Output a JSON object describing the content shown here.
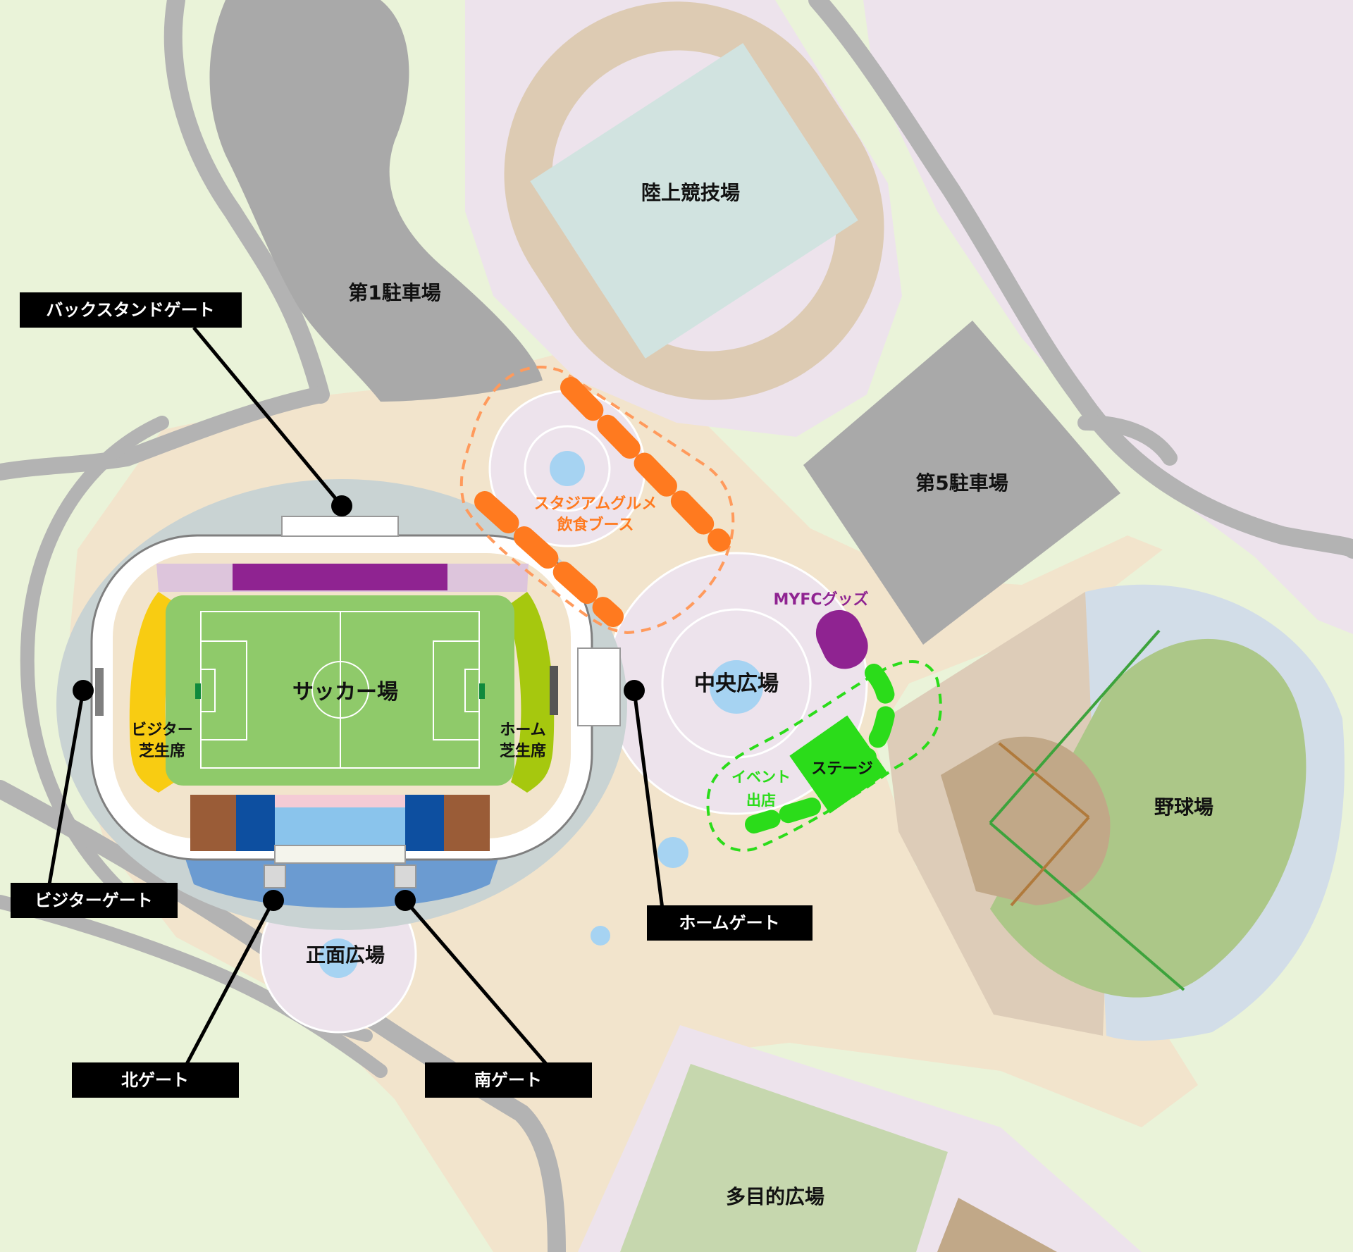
{
  "colors": {
    "background": "#eaf3d9",
    "road": "#b3b3b3",
    "path": "#f2e4cc",
    "plaza": "#ede3ec",
    "parking": "#a9a9a9",
    "pitch": "#8fca6a",
    "gourmet": "#ff7a1f",
    "goods": "#8f2391",
    "event": "#2bdc1a",
    "water": "#a6d3f2",
    "label_bg": "#000000"
  },
  "areas": {
    "track_field": "陸上競技場",
    "parking_1": "第1駐車場",
    "parking_5": "第5駐車場",
    "soccer_field": "サッカー場",
    "central_plaza": "中央広場",
    "front_plaza": "正面広場",
    "baseball_field": "野球場",
    "multipurpose_plaza": "多目的広場"
  },
  "seats": {
    "visitor_lawn_line1": "ビジター",
    "visitor_lawn_line2": "芝生席",
    "home_lawn_line1": "ホーム",
    "home_lawn_line2": "芝生席"
  },
  "features": {
    "gourmet_line1": "スタジアムグルメ",
    "gourmet_line2": "飲食ブース",
    "goods": "MYFCグッズ",
    "event_line1": "イベント",
    "event_line2": "出店",
    "stage": "ステージ"
  },
  "gates": {
    "back_stand": "バックスタンドゲート",
    "visitor": "ビジターゲート",
    "home": "ホームゲート",
    "north": "北ゲート",
    "south": "南ゲート"
  }
}
